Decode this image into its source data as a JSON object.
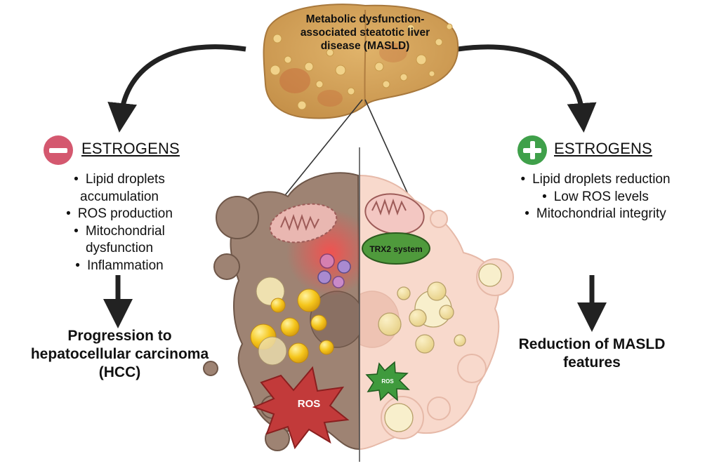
{
  "title": "Metabolic dysfunction-associated steatotic liver disease (MASLD)",
  "left": {
    "sign": "minus-icon",
    "label": "ESTROGENS",
    "effects": [
      "Lipid droplets accumulation",
      "ROS production",
      "Mitochondrial dysfunction",
      "Inflammation"
    ],
    "outcome": "Progression to hepatocellular carcinoma (HCC)"
  },
  "right": {
    "sign": "plus-icon",
    "label": "ESTROGENS",
    "effects": [
      "Lipid droplets reduction",
      "Low ROS levels",
      "Mitochondrial integrity"
    ],
    "outcome": "Reduction of MASLD features"
  },
  "cell": {
    "left_burst_label": "ROS",
    "right_burst_label": "ROS",
    "trx_label": "TRX2 system"
  },
  "colors": {
    "liver": "#d4a35a",
    "damaged_cell": "#9e8373",
    "healthy_cell": "#f8d9cc",
    "minus_badge": "#d4586f",
    "plus_badge": "#3fa04a",
    "ros_red": "#c23a3a",
    "ros_green": "#3f9a3d",
    "lipid_yellow": "#f2c21a"
  }
}
